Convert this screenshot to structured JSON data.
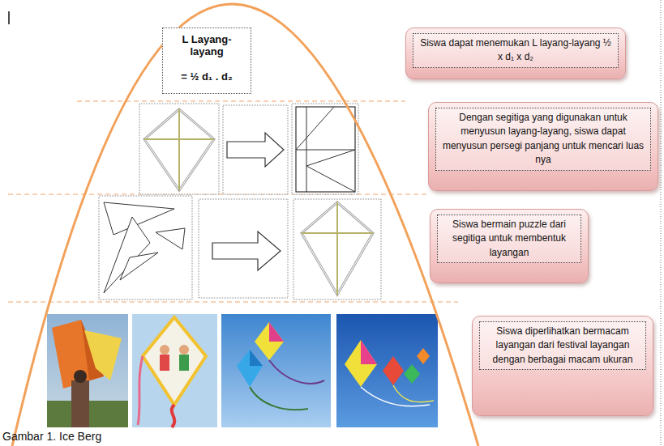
{
  "diagram": {
    "caption": "Gambar 1. Ice Berg",
    "nodes": [
      {
        "text": [
          "L Layang-layang",
          "= ½ d₁ . d₂"
        ]
      },
      {
        "text": [
          "Siswa dapat menemukan L layang-layang ½ x d₁ x d₂"
        ]
      },
      {
        "text": [
          "Dengan segitiga yang digunakan untuk menyusun layang-layang, siswa dapat menyusun persegi panjang untuk mencari luas nya"
        ]
      },
      {
        "text": [
          "Siswa bermain puzzle dari segitiga untuk membentuk layangan"
        ]
      },
      {
        "text": [
          "Siswa diperlihatkan bermacam layangan dari festival layangan dengan berbagai macam ukuran"
        ]
      }
    ]
  }
}
